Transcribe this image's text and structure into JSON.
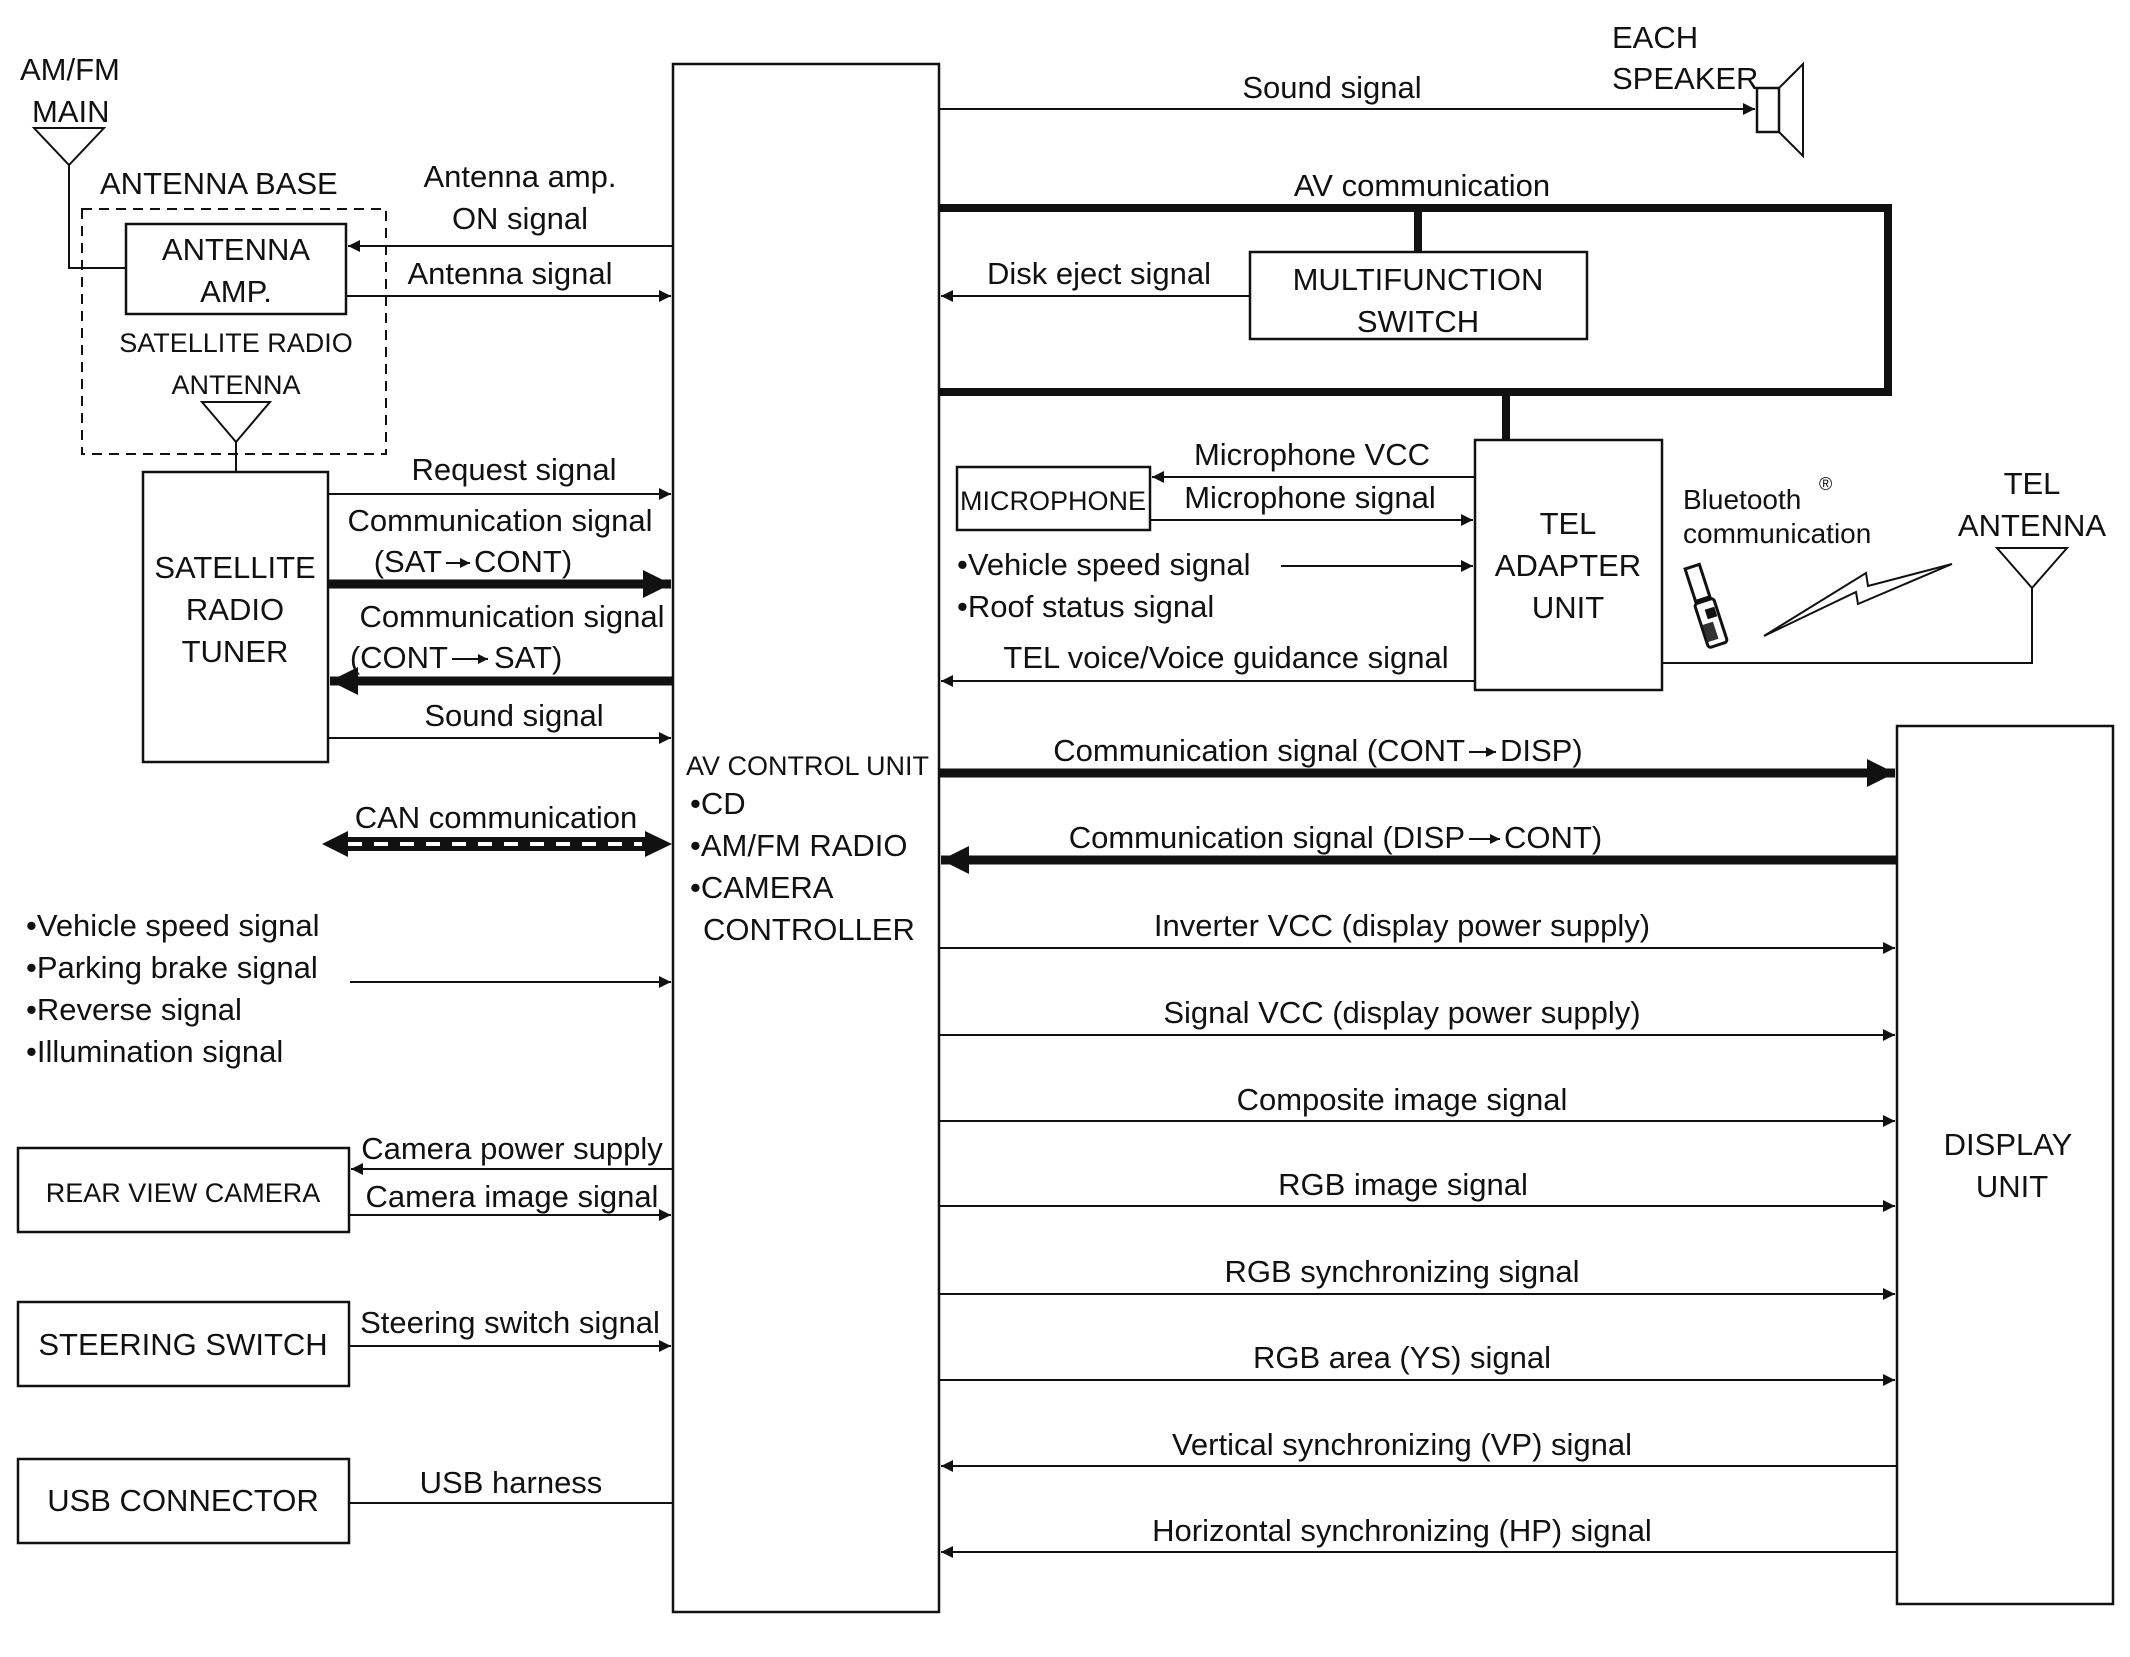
{
  "blocks": {
    "am_fm_main": [
      "AM/FM",
      "MAIN"
    ],
    "antenna_base": "ANTENNA BASE",
    "antenna_amp": [
      "ANTENNA",
      "AMP."
    ],
    "satellite_antenna": [
      "SATELLITE RADIO",
      "ANTENNA"
    ],
    "satellite_tuner": [
      "SATELLITE",
      "RADIO",
      "TUNER"
    ],
    "av_control_unit": [
      "AV CONTROL UNIT",
      "•CD",
      "•AM/FM RADIO",
      "•CAMERA",
      "CONTROLLER"
    ],
    "each_speaker": [
      "EACH",
      "SPEAKER"
    ],
    "multifunction_switch": [
      "MULTIFUNCTION",
      "SWITCH"
    ],
    "microphone": "MICROPHONE",
    "tel_adapter": [
      "TEL",
      "ADAPTER",
      "UNIT"
    ],
    "bluetooth": [
      "Bluetooth",
      "®",
      "communication"
    ],
    "tel_antenna": [
      "TEL",
      "ANTENNA"
    ],
    "display_unit": [
      "DISPLAY",
      "UNIT"
    ],
    "rear_view_camera": "REAR VIEW CAMERA",
    "steering_switch": "STEERING SWITCH",
    "usb_connector": "USB CONNECTOR"
  },
  "signals": {
    "antenna_amp_on": [
      "Antenna amp.",
      "ON signal"
    ],
    "antenna_signal": "Antenna signal",
    "request_signal": "Request signal",
    "comm_sat_cont": [
      "Communication signal",
      "(SAT",
      "CONT)"
    ],
    "comm_cont_sat": [
      "Communication signal",
      "(CONT",
      "SAT)"
    ],
    "sound_left": "Sound signal",
    "can_communication": "CAN communication",
    "vehicle_inputs": [
      "•Vehicle speed signal",
      "•Parking brake signal",
      "•Reverse signal",
      "•Illumination signal"
    ],
    "camera_power": "Camera power supply",
    "camera_image": "Camera image signal",
    "steering_switch_signal": "Steering switch signal",
    "usb_harness": "USB harness",
    "sound_speaker": "Sound signal",
    "av_communication": "AV communication",
    "disk_eject": "Disk eject signal",
    "microphone_vcc": "Microphone VCC",
    "microphone_signal": "Microphone signal",
    "tel_inputs": [
      "•Vehicle speed signal",
      "•Roof status signal"
    ],
    "tel_voice": "TEL voice/Voice guidance signal",
    "comm_cont_disp": [
      "Communication signal (CONT",
      "DISP)"
    ],
    "comm_disp_cont": [
      "Communication signal (DISP",
      "CONT)"
    ],
    "inverter_vcc": "Inverter VCC (display power supply)",
    "signal_vcc": "Signal VCC (display power supply)",
    "composite_image": "Composite image signal",
    "rgb_image": "RGB image signal",
    "rgb_sync": "RGB synchronizing signal",
    "rgb_area": "RGB area (YS) signal",
    "vertical_sync": "Vertical synchronizing (VP) signal",
    "horizontal_sync": "Horizontal synchronizing (HP) signal"
  }
}
